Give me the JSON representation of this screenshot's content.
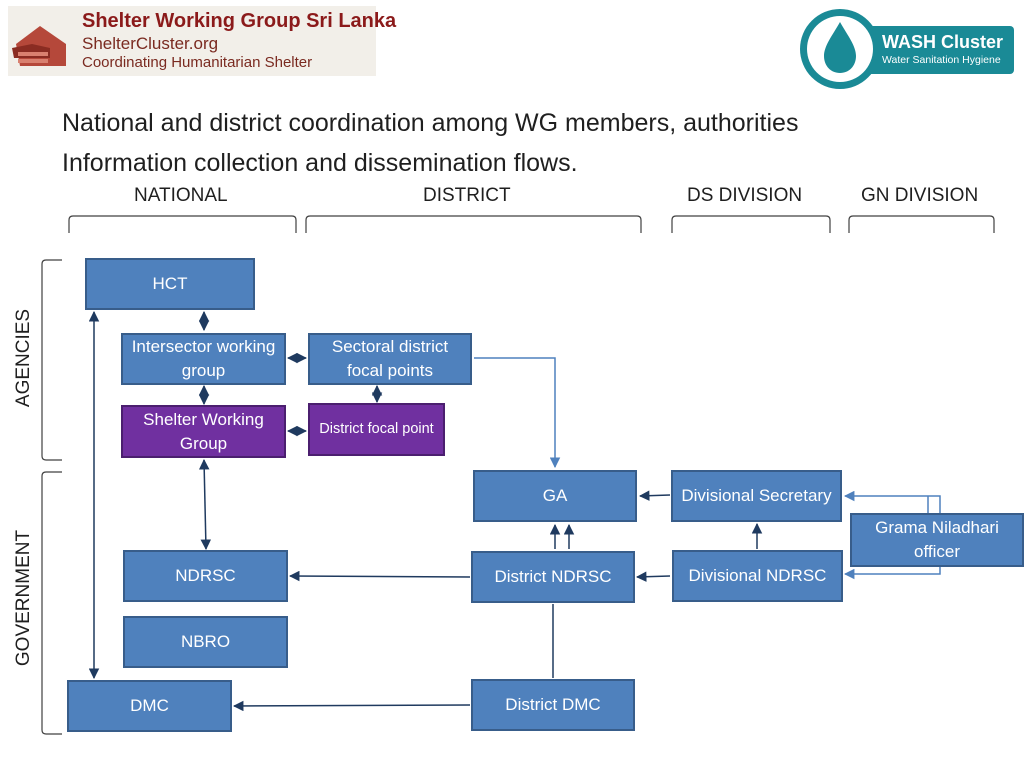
{
  "logos": {
    "shelter": {
      "title": "Shelter Working Group Sri Lanka",
      "url": "ShelterCluster.org",
      "tagline": "Coordinating Humanitarian Shelter"
    },
    "wash": {
      "title": "WASH Cluster",
      "subtitle": "Water Sanitation Hygiene"
    }
  },
  "headings": {
    "line1": "National and district coordination among WG members, authorities",
    "line2": "Information collection and dissemination flows."
  },
  "columns": {
    "national": "NATIONAL",
    "district": "DISTRICT",
    "ds_division": "DS DIVISION",
    "gn_division": "GN DIVISION"
  },
  "rows": {
    "agencies": "AGENCIES",
    "government": "GOVERNMENT"
  },
  "nodes": {
    "hct": "HCT",
    "intersector": "Intersector working group",
    "sectoral": "Sectoral district focal points",
    "shelter_wg": "Shelter Working Group",
    "district_focal": "District focal point",
    "ga": "GA",
    "div_secretary": "Divisional Secretary",
    "grama": "Grama Niladhari officer",
    "ndrsc": "NDRSC",
    "district_ndrsc": "District NDRSC",
    "divisional_ndrsc": "Divisional NDRSC",
    "nbro": "NBRO",
    "dmc": "DMC",
    "district_dmc": "District DMC"
  },
  "colors": {
    "box_fill": "#4f81bd",
    "box_border": "#385d8a",
    "purple_fill": "#7030a0",
    "connector": "#1f3a5f",
    "connector_light": "#4f81bd",
    "wash_teal": "#1a8a96"
  }
}
